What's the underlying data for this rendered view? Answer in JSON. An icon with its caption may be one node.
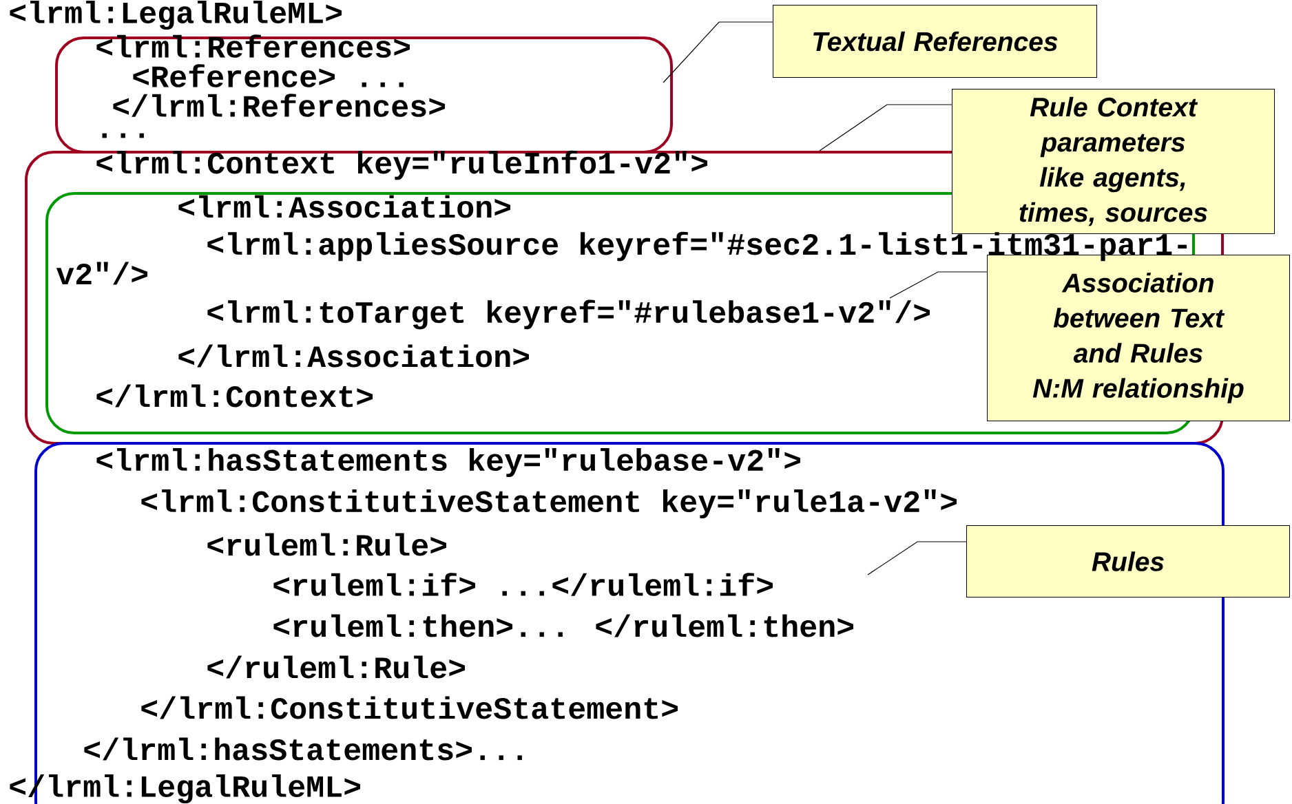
{
  "diagram": {
    "nodes": [
      {
        "text": [],
        "shape": "box"
      },
      {
        "text": [],
        "shape": "box"
      },
      {
        "text": [],
        "shape": "box",
        "in": 1
      },
      {
        "text": [],
        "shape": "box"
      },
      {
        "text": [
          "Textual References"
        ]
      },
      {
        "text": [
          "Rule Context parameters like agents, times, sources"
        ]
      },
      {
        "text": [
          "Association between Text and Rules",
          "N:M relationship"
        ]
      },
      {
        "text": [
          "Rules"
        ]
      }
    ],
    "edges": [
      {
        "from": 4,
        "to": 0,
        "arrow": "none"
      },
      {
        "from": 5,
        "to": 1,
        "arrow": "none"
      },
      {
        "from": 6,
        "to": 2,
        "arrow": "none"
      },
      {
        "from": 7,
        "to": 3,
        "arrow": "none"
      }
    ],
    "labels": [
      "<lrml:LegalRuleML>",
      "<lrml:References>",
      "<Reference> ...",
      "</lrml:References>",
      "...",
      "<lrml:Context key=\"ruleInfo1-v2\">",
      "<lrml:Association>",
      "<lrml:appliesSource keyref=\"#sec2.1-list1-itm31-par1-",
      "v2\"/>",
      "<lrml:toTarget keyref=\"#rulebase1-v2\"/>",
      "</lrml:Association>",
      "</lrml:Context>",
      "<lrml:hasStatements key=\"rulebase-v2\">",
      "<lrml:ConstitutiveStatement key=\"rule1a-v2\">",
      "<ruleml:Rule>",
      "<ruleml:if> ...</ruleml:if>",
      "<ruleml:then>... </ruleml:then>",
      "</ruleml:Rule>",
      "</lrml:ConstitutiveStatement>",
      "</lrml:hasStatements>...",
      "</lrml:LegalRuleML>"
    ]
  }
}
